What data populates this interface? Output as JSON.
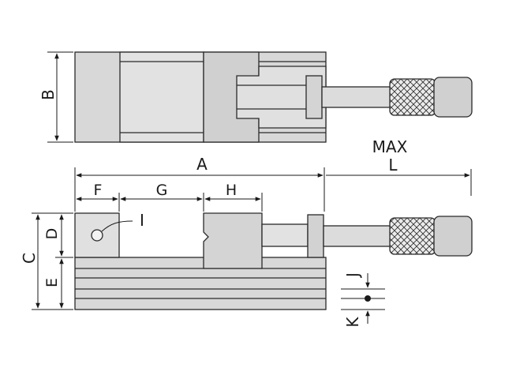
{
  "labels": {
    "A": "A",
    "B": "B",
    "C": "C",
    "D": "D",
    "E": "E",
    "F": "F",
    "G": "G",
    "H": "H",
    "I": "I",
    "J": "J",
    "K": "K",
    "max": "MAX",
    "L": "L"
  },
  "colors": {
    "body_fill": "#d6d6d6",
    "body_light": "#e6e6e6",
    "outline": "#2a2a2a",
    "dim_line": "#1a1a1a"
  }
}
